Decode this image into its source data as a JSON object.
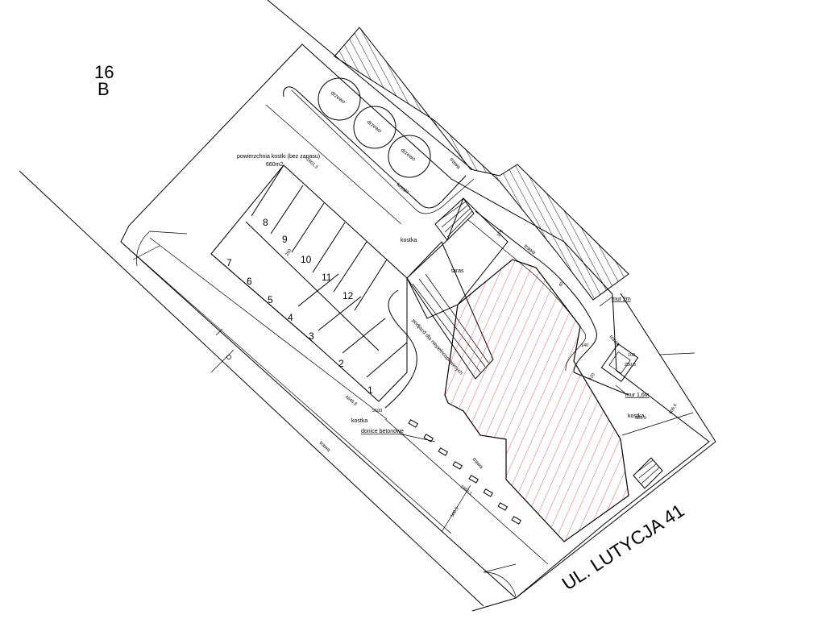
{
  "site_label": {
    "number": "16",
    "letter": "B"
  },
  "street_name": "UL. LUTYCJA 41",
  "labels": {
    "tree": "drzewo",
    "grass": "trawa",
    "curbs": "krzaki",
    "paving": "kostka",
    "terrace": "taras",
    "ramp": "podjazd dla niepełnosprawnych",
    "paving_area_line1": "powierzchnia kostki (bez zapasu)",
    "paving_area_line2": "660m2",
    "concrete_planters": "donice betonowe",
    "wall_2m": "mur 2m",
    "wall_16m": "mur 1,6m"
  },
  "parking_spaces": [
    "1",
    "2",
    "3",
    "4",
    "5",
    "6",
    "7",
    "8",
    "9",
    "10",
    "11",
    "12"
  ],
  "dimensions": {
    "d_1601": "1601,3",
    "d_250": "250",
    "d_9100": "9100",
    "d_4848": "4848,8",
    "d_1966": "1966,1",
    "d_5005": "500,5",
    "d_170": "170",
    "d_40": "40",
    "d_140": "140",
    "d_120": "120",
    "d_100": "100",
    "d_2503": "250,3",
    "d_5819": "581,9",
    "d_6066": "606,6"
  },
  "colors": {
    "building_hatch": "#d81b1b",
    "lines": "#000000"
  }
}
